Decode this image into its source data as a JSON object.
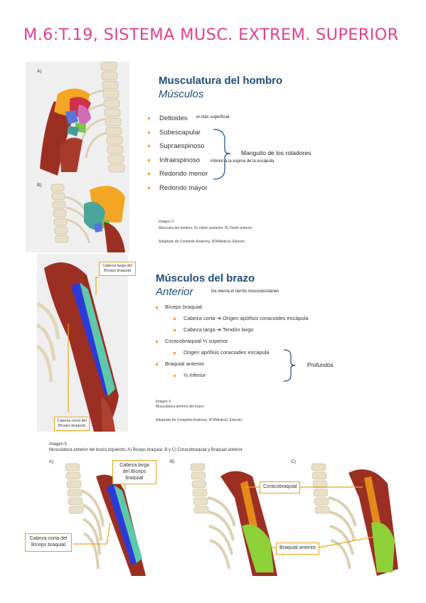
{
  "title": "M.6:T.19, SISTEMA MUSC. EXTREM. SUPERIOR",
  "shoulder": {
    "panel_a": "A)",
    "panel_b": "B)",
    "heading": "Musculatura del hombro",
    "subheading": "Músculos",
    "muscles": [
      "Deltoides",
      "Subescapular",
      "Supraespinoso",
      "Infraespinoso",
      "Redondo menor",
      "Redondo mayor"
    ],
    "deltoid_note": "el más superficial",
    "rotator_label": "Manguito de los rotadores",
    "infra_note": "inferior a la espina de la escápula",
    "image_label": "Imagen 3",
    "image_caption": "Músculos del hombro. A) Visión posterior. B) Visión anterior",
    "source": "Adaptado de Complete Anatomy, 3D4Medical, Elsevier"
  },
  "arm": {
    "heading": "Músculos del brazo",
    "subheading": "Anterior",
    "nerve_note": "los inerva el nervio musculocutáneo",
    "biceps": "Bíceps braquial:",
    "biceps_short": "Cabeza corta ➔ Origen apófisis coracoides escápula",
    "biceps_long": "Cabeza larga ➔ Tendón largo",
    "coraco": "Coracobraquial ⅓ superior",
    "coraco_origin": "Origen apófisis coracoides escápula",
    "braquial": "Braquial anterior",
    "braquial_part": "½ inferior",
    "deep_label": "Profundos",
    "label_long": "Cabeza larga del Bíceps braquial",
    "label_short": "Cabeza corta del Bíceps braquial",
    "image_label": "Imagen 4",
    "image_caption": "Musculatura anterior del brazo",
    "source": "Adaptado de Complete Anatomy, 3D4Medical, Elsevier."
  },
  "bottom": {
    "image_label": "Imagen 5",
    "image_caption": "Musculatura anterior del brazo izquierdo. A) Bíceps braquial. B y C) Coracobraquial y Braquial anterior",
    "panel_a": "A)",
    "panel_b": "B)",
    "panel_c": "C)",
    "label_long": "Cabeza larga del Bíceps braquial",
    "label_short": "Cabeza corta del Bíceps braquial",
    "label_coraco": "Coracobraquial",
    "label_braquial": "Braquial anterior"
  },
  "colors": {
    "title": "#e0408f",
    "heading": "#1f4e79",
    "bullet": "#f0a500",
    "label_border": "#e8a317",
    "muscle_red": "#9c2f24",
    "bone": "#e9dfc6"
  }
}
